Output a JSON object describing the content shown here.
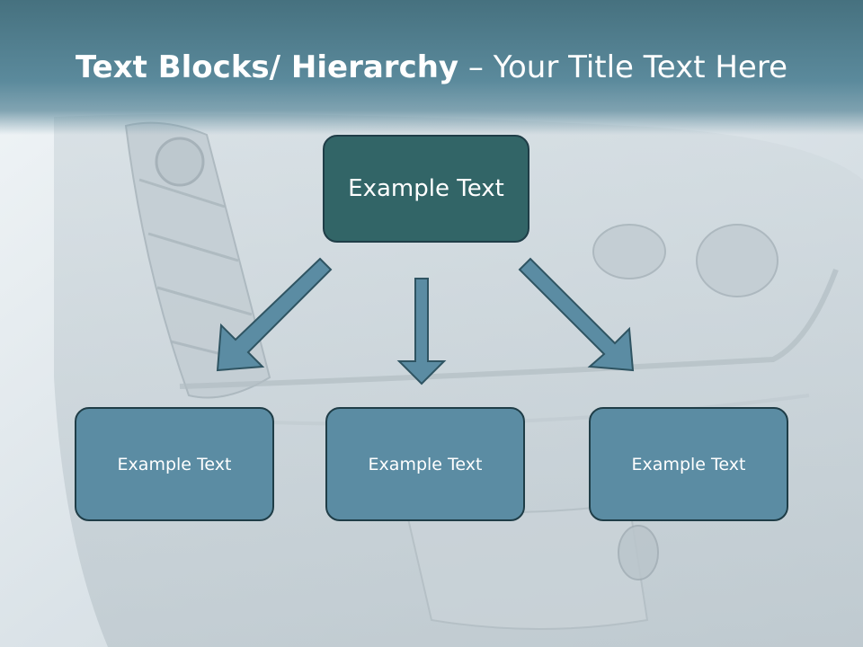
{
  "slide": {
    "title_bold": "Text Blocks/ Hierarchy",
    "title_rest": " – Your Title Text Here"
  },
  "hierarchy": {
    "top": "Example Text",
    "children": [
      "Example Text",
      "Example Text",
      "Example Text"
    ]
  },
  "colors": {
    "title_band": "#5b8a9c",
    "top_box": "#326567",
    "child_box": "#5b8ca3",
    "arrow": "#5b8ca3",
    "border": "#1f3d47"
  }
}
